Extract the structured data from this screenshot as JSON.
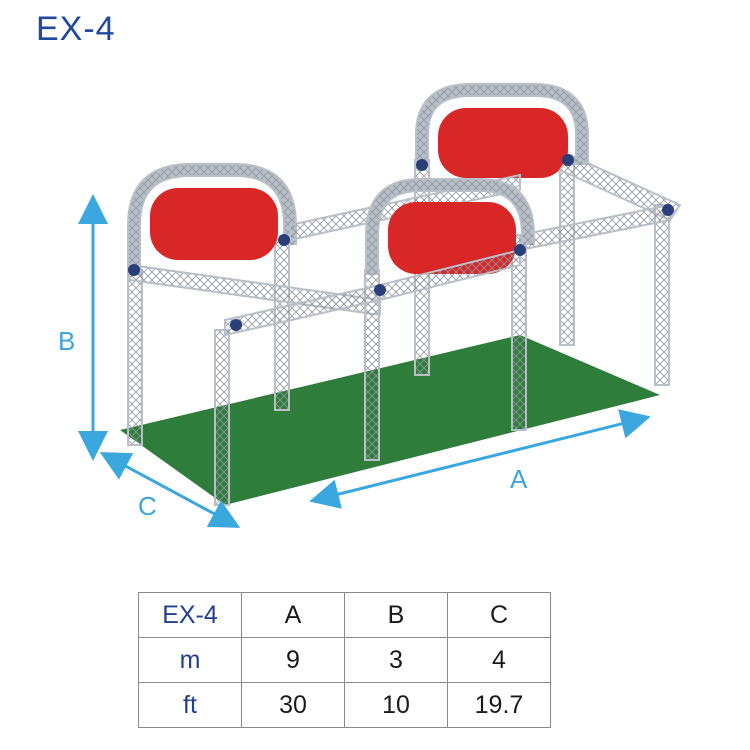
{
  "title": "EX-4",
  "dimension_labels": {
    "a": "A",
    "b": "B",
    "c": "C"
  },
  "colors": {
    "title": "#1f4aa0",
    "dimension_arrow": "#3aa7de",
    "floor": "#2f7d3a",
    "banner": "#d92626",
    "truss": "#b9bfc7",
    "truss_node": "#2a3f7a"
  },
  "truss_icon": "truss-booth-illustration",
  "spec_table": {
    "header": [
      "EX-4",
      "A",
      "B",
      "C"
    ],
    "rows": [
      {
        "unit": "m",
        "values": [
          "9",
          "3",
          "4"
        ]
      },
      {
        "unit": "ft",
        "values": [
          "30",
          "10",
          "19.7"
        ]
      }
    ]
  }
}
